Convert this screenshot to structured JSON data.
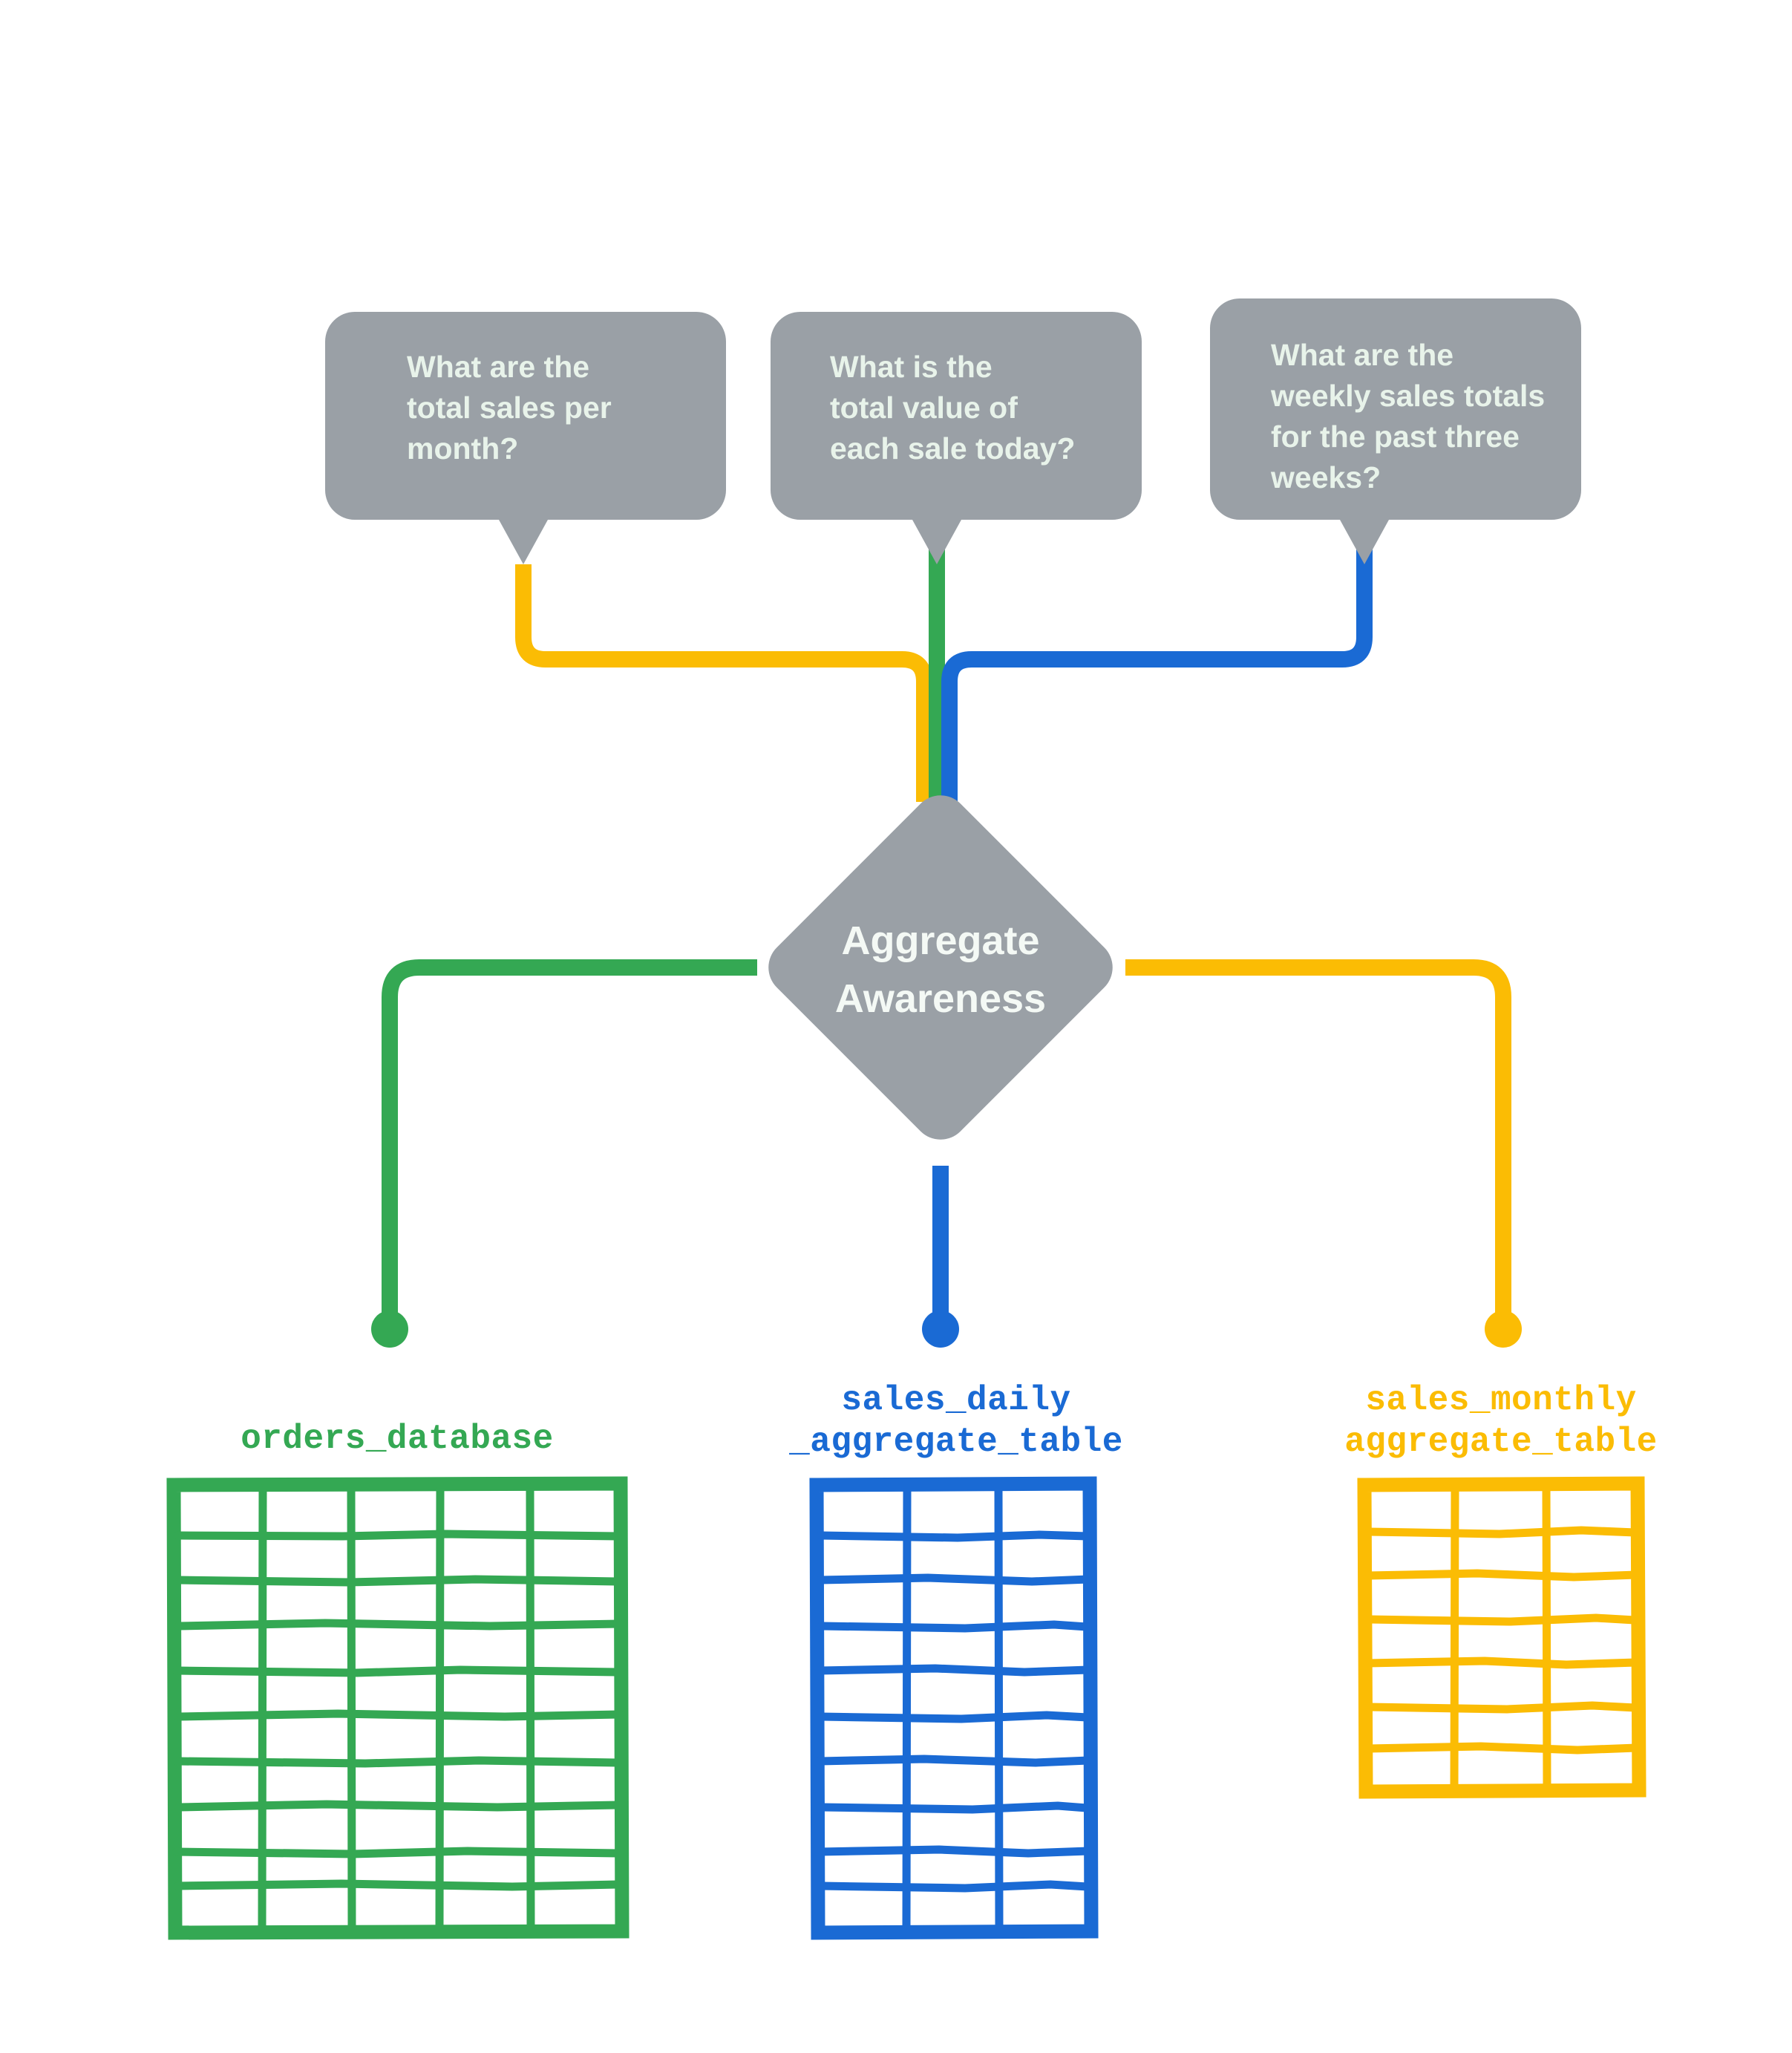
{
  "diagram": {
    "title": "Aggregate Awareness",
    "background_color": "#FFFFFF",
    "node": {
      "shape": "diamond",
      "fill_color": "#9AA0A6",
      "text_color": "#F4F9F5",
      "label_line1": "Aggregate",
      "label_line2": "Awareness"
    },
    "palette": {
      "gray": "#9AA0A6",
      "green": "#34A853",
      "blue": "#1A6AD4",
      "yellow": "#FBBC04",
      "bubble_text": "#E8F3EA"
    },
    "questions": [
      {
        "id": "question-monthly",
        "connector_color": "#FBBC04",
        "lines": [
          "What are the",
          "total sales per",
          "month?"
        ],
        "full_text": "What are the total sales per month?"
      },
      {
        "id": "question-daily",
        "connector_color": "#34A853",
        "lines": [
          "What is the",
          "total value of",
          "each sale today?"
        ],
        "full_text": "What is the total value of each sale today?"
      },
      {
        "id": "question-weekly",
        "connector_color": "#1A6AD4",
        "lines": [
          "What are the",
          "weekly sales totals",
          "for the past three",
          "weeks?"
        ],
        "full_text": "What are the weekly sales totals for the past three weeks?"
      }
    ],
    "tables": [
      {
        "id": "table-orders-database",
        "color": "#34A853",
        "label_lines": [
          "orders_database"
        ],
        "full_name": "orders_database",
        "columns": 5,
        "rows": 10
      },
      {
        "id": "table-sales-daily-aggregate",
        "color": "#1A6AD4",
        "label_lines": [
          "sales_daily",
          "_aggregate_table"
        ],
        "full_name": "sales_daily_aggregate_table",
        "columns": 3,
        "rows": 10
      },
      {
        "id": "table-sales-monthly-aggregate",
        "color": "#FBBC04",
        "label_lines": [
          "sales_monthly",
          "aggregate_table"
        ],
        "full_name": "sales_monthly_aggregate_table",
        "columns": 3,
        "rows": 7
      }
    ]
  }
}
